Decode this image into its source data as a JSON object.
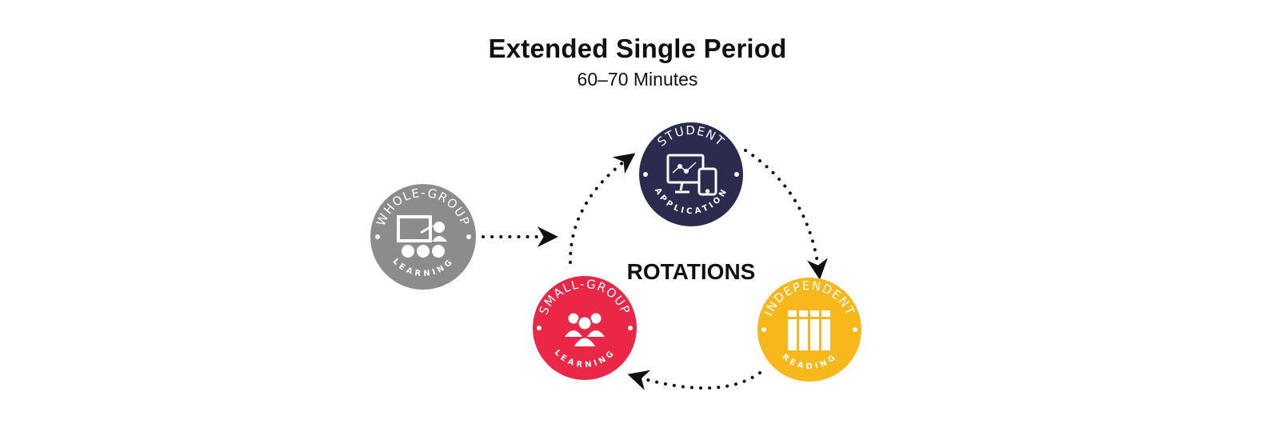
{
  "header": {
    "title": "Extended Single Period",
    "subtitle": "60–70 Minutes"
  },
  "center_label": "ROTATIONS",
  "stations": {
    "whole_group": {
      "top": "WHOLE-GROUP",
      "bottom": "LEARNING",
      "color": "#8c8c8c",
      "icon": "teacher-board-icon"
    },
    "student_application": {
      "top": "STUDENT",
      "bottom": "APPLICATION",
      "color": "#2b2a4f",
      "icon": "computer-tablet-icon"
    },
    "independent_reading": {
      "top": "INDEPENDENT",
      "bottom": "READING",
      "color": "#f8b81c",
      "icon": "books-icon"
    },
    "small_group": {
      "top": "SMALL-GROUP",
      "bottom": "LEARNING",
      "color": "#eb2747",
      "icon": "group-people-icon"
    }
  },
  "arrow_color": "#111111"
}
